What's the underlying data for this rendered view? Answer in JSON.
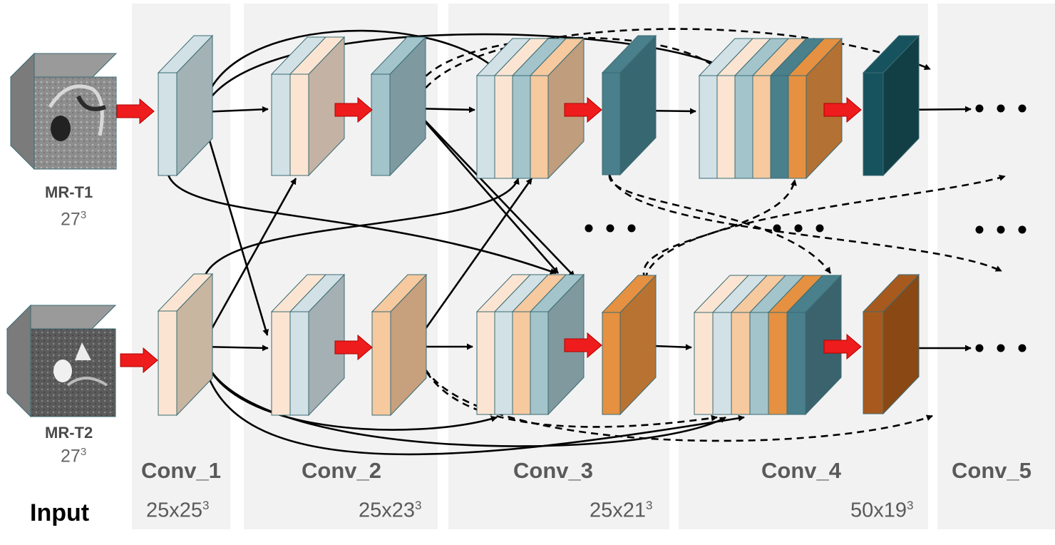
{
  "colors": {
    "band": "#f2f2f2",
    "arrow_red": "#ee1c1c",
    "blue_light": "#d2e1e6",
    "blue_mid": "#a3c4cb",
    "teal": "#4a7f8c",
    "teal_dark": "#17484f",
    "peach_light": "#fbe5d2",
    "peach": "#f6c99f",
    "orange": "#e59141",
    "brown": "#a85a1e"
  },
  "inputs": [
    {
      "name": "MR-T1",
      "size_base": "27",
      "size_exp": "3",
      "icon": "mri-t1-slice-cube"
    },
    {
      "name": "MR-T2",
      "size_base": "27",
      "size_exp": "3",
      "icon": "mri-t2-slice-cube"
    }
  ],
  "input_label": "Input",
  "layers": [
    {
      "title": "Conv_1",
      "dim_base": "25x25",
      "dim_exp": "3"
    },
    {
      "title": "Conv_2",
      "dim_base": "25x23",
      "dim_exp": "3"
    },
    {
      "title": "Conv_3",
      "dim_base": "25x21",
      "dim_exp": "3"
    },
    {
      "title": "Conv_4",
      "dim_base": "50x19",
      "dim_exp": "3"
    },
    {
      "title": "Conv_5",
      "dim_base": "",
      "dim_exp": ""
    }
  ],
  "ellipsis": "• • •"
}
